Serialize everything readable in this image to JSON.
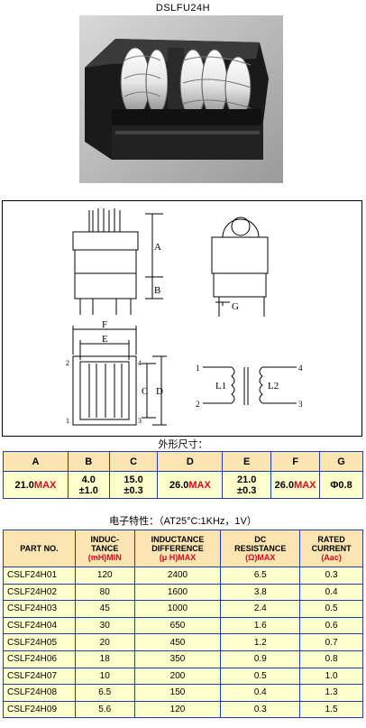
{
  "title": "DSLFU24H",
  "drawing_labels": {
    "a": "A",
    "b": "B",
    "g": "G",
    "f": "F",
    "e": "E",
    "c": "C",
    "d": "D",
    "pin2": "2",
    "pin1": "1",
    "pin3": "3",
    "pin4": "4",
    "l1": "L1",
    "l2": "L2",
    "s_pin1": "1",
    "s_pin2": "2",
    "s_pin3": "3",
    "s_pin4": "4"
  },
  "dims_caption": "外形尺寸：",
  "dims": {
    "headers": [
      "A",
      "B",
      "C",
      "D",
      "E",
      "F",
      "G"
    ],
    "values": [
      {
        "main": "21.0",
        "max": "MAX"
      },
      {
        "main": "4.0",
        "tol": "±1.0"
      },
      {
        "main": "15.0",
        "tol": "±0.3"
      },
      {
        "main": "26.0",
        "max": "MAX"
      },
      {
        "main": "21.0",
        "tol": "±0.3"
      },
      {
        "main": "26.0",
        "max": "MAX"
      },
      {
        "main": "Φ0.8"
      }
    ]
  },
  "spec_caption": "电子特性：（AT25°C:1KHz，1V）",
  "spec": {
    "headers": [
      {
        "l1": "PART NO."
      },
      {
        "l1": "INDUC-",
        "l2": "TANCE",
        "unit": "(mH)MIN"
      },
      {
        "l1": "INDUCTANCE",
        "l2": "DIFFERENCE",
        "unit": "(μ H)MAX"
      },
      {
        "l1": "DC",
        "l2": "RESISTANCE",
        "unit": "(Ω)MAX"
      },
      {
        "l1": "RATED",
        "l2": "CURRENT",
        "unit": "(Aac)"
      }
    ],
    "rows": [
      [
        "CSLF24H01",
        "120",
        "2400",
        "6.5",
        "0.3"
      ],
      [
        "CSLF24H02",
        "80",
        "1600",
        "3.8",
        "0.4"
      ],
      [
        "CSLF24H03",
        "45",
        "1000",
        "2.4",
        "0.5"
      ],
      [
        "CSLF24H04",
        "30",
        "650",
        "1.6",
        "0.6"
      ],
      [
        "CSLF24H05",
        "20",
        "450",
        "1.2",
        "0.7"
      ],
      [
        "CSLF24H06",
        "18",
        "350",
        "0.9",
        "0.8"
      ],
      [
        "CSLF24H07",
        "10",
        "200",
        "0.5",
        "1.0"
      ],
      [
        "CSLF24H08",
        "6.5",
        "150",
        "0.4",
        "1.3"
      ],
      [
        "CSLF24H09",
        "5.6",
        "120",
        "0.3",
        "1.5"
      ]
    ]
  }
}
